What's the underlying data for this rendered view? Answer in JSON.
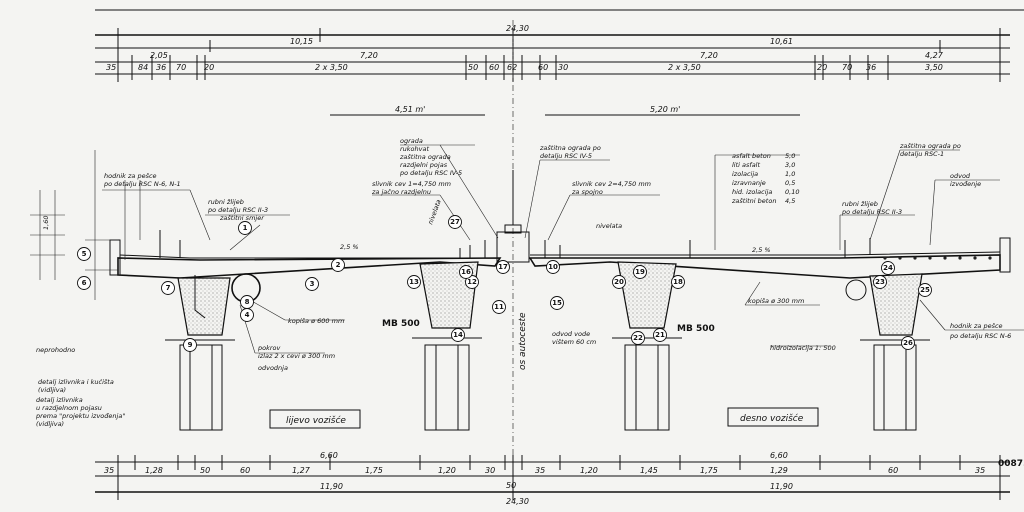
{
  "top_dims": {
    "overall": "24,30",
    "overall_bottom": "24,30",
    "left_row": [
      "10,15",
      "7,20"
    ],
    "right_row": [
      "7,20",
      "10,61"
    ],
    "right_far": "4,27",
    "left_far": "2,05",
    "segments_left": [
      "35",
      "84",
      "36",
      "70",
      "20",
      "2 x 3,50",
      "50",
      "60",
      "62"
    ],
    "segments_right": [
      "60",
      "30",
      "2 x 3,50",
      "20",
      "70",
      "36",
      "3,50"
    ]
  },
  "slopes": {
    "left": "4,51 m'",
    "right": "5,20 m'",
    "cross_left": "2,5 %",
    "cross_right": "2,5 %"
  },
  "callouts": {
    "note_left_top": [
      "hodnik za pešce",
      "po detalju RSC N-6, N-1"
    ],
    "note_left_2": [
      "rubni žlijeb",
      "po detalju RSC II-3",
      "zaštitni smjer"
    ],
    "note_center_left": [
      "ograda",
      "rukohvat",
      "zaštitna ograda",
      "razdjelni pojas",
      "po detalju RSC IV-5"
    ],
    "note_center_left2": [
      "slivnik cev 1=4,750 mm",
      "za jačno razdjelnu"
    ],
    "note_center_right": [
      "slivnik cev 2=4,750 mm",
      "za spojno"
    ],
    "note_center_right_top": [
      "zaštitna ograda po",
      "detalju RSC IV-5"
    ],
    "note_right_top": [
      "zaštitna ograda po",
      "detalju RSC-1"
    ],
    "layers": [
      {
        "name": "asfalt beton",
        "value": "5,0"
      },
      {
        "name": "liti asfalt",
        "value": "3,0"
      },
      {
        "name": "izolacija",
        "value": "1,0"
      },
      {
        "name": "izravnanje",
        "value": "0,5"
      },
      {
        "name": "hid. izolacija",
        "value": "0,10"
      },
      {
        "name": "zaštitni beton",
        "value": "4,5"
      }
    ],
    "note_right_2": [
      "rubni žlijeb",
      "po detalju RSC II-3"
    ],
    "note_right_3": [
      "odvod",
      "izvođenje"
    ],
    "note_far_right": [
      "hodnik za pešce",
      "po detalju RSC N-6"
    ],
    "note_bottom_left": [
      "detalj izlivnika",
      "u razdjelnom pojasu",
      "prema \"projektu izvođenja\"",
      "(vidljiva)"
    ],
    "note_bottom_left2": [
      "detalj izlivnika i kućišta",
      "(vidljiva)"
    ],
    "note_pipe_left": [
      "pokrov",
      "izlaz 2 x cevi ø 300 mm"
    ],
    "note_pipe_mid": "kopiša ø 600 mm",
    "note_pipe_right": [
      "kopiša ø 300 mm"
    ],
    "note_drain_center": [
      "odvod vode",
      "vištem 60 cm"
    ],
    "note_drain_right": "hidroizolacija 1: 500",
    "note_drain_left": "odvodnja",
    "note_low": "nivelata",
    "note_low2": "nivelata",
    "left_edge": "neprohodno",
    "axis": "os autoceste",
    "marker_top_left": "nivelata",
    "marker_top_right": "nivelata"
  },
  "concrete_class": [
    "MB 500",
    "MB 500"
  ],
  "carriageway": {
    "left": "lijevo vozišće",
    "right": "desno vozišće"
  },
  "bottom_dims": {
    "row1": [
      "35",
      "1,28",
      "50",
      "60",
      "1,27",
      "1,75",
      "1,20",
      "30",
      "35",
      "1,20",
      "1,45",
      "1,75",
      "1,29",
      "60",
      "35"
    ],
    "mid_left": "6,60",
    "mid_right": "6,60",
    "row2_left": "11,90",
    "row2_right": "11,90",
    "center": "50"
  },
  "sheet_number": "0087.",
  "circles": [
    "1",
    "2",
    "3",
    "4",
    "5",
    "6",
    "7",
    "8",
    "9",
    "10",
    "11",
    "12",
    "13",
    "14",
    "15",
    "16",
    "17",
    "18",
    "19",
    "20",
    "21",
    "22",
    "23",
    "24",
    "25",
    "26",
    "27"
  ]
}
